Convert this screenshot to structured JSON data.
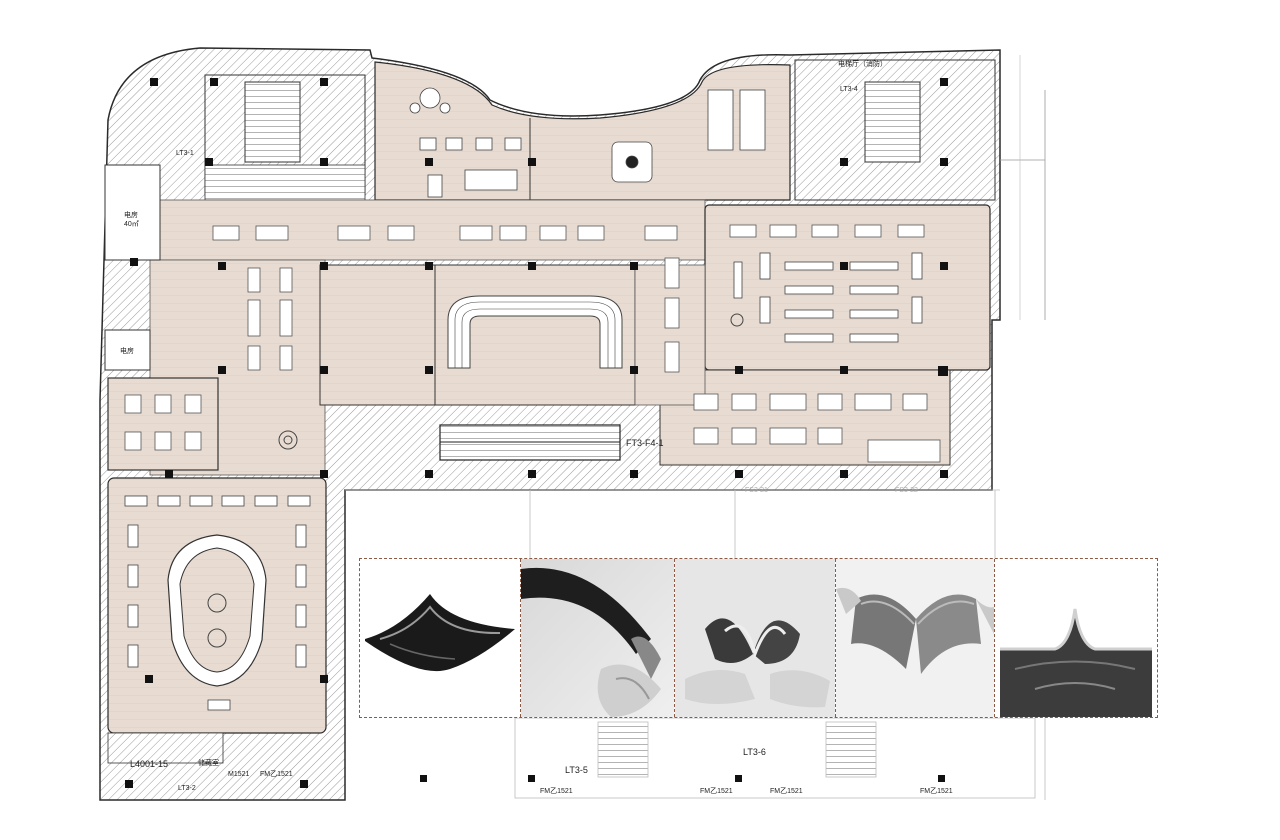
{
  "floor_plan": {
    "labels": {
      "core_left": "LT3-1",
      "core_right": "LT3-4",
      "shaft_top_right": "电梯厅（消防）",
      "room_left_top": "电房",
      "room_left_top_area": "40㎡",
      "room_left_mid": "电房",
      "escalator": "FT3-F4-1",
      "lower_right_a": "FS3-21",
      "lower_right_b": "FS3-22",
      "room_bottom_left_code": "L4001-15",
      "room_bottom_left_name": "储藏室",
      "stair_bottom_left": "LT3-2",
      "stair_bottom_mid": "LT3-5",
      "stair_bottom_right": "LT3-6",
      "door_a": "FM乙1521",
      "door_b": "FM乙1521",
      "door_c": "FM乙1521",
      "door_d": "FM乙1521",
      "door_e": "M1521",
      "door_f": "FM乙1521"
    }
  },
  "concept_strip": {
    "photos": [
      "curved-sheet",
      "magazine-bend",
      "page-fan",
      "magazine-open",
      "curved-pages"
    ]
  },
  "colors": {
    "floor_tone": "#e8dbd2",
    "wall": "#2a2a2a",
    "hatch": "#9a9a9a",
    "strip_border": "#8a5a44"
  }
}
